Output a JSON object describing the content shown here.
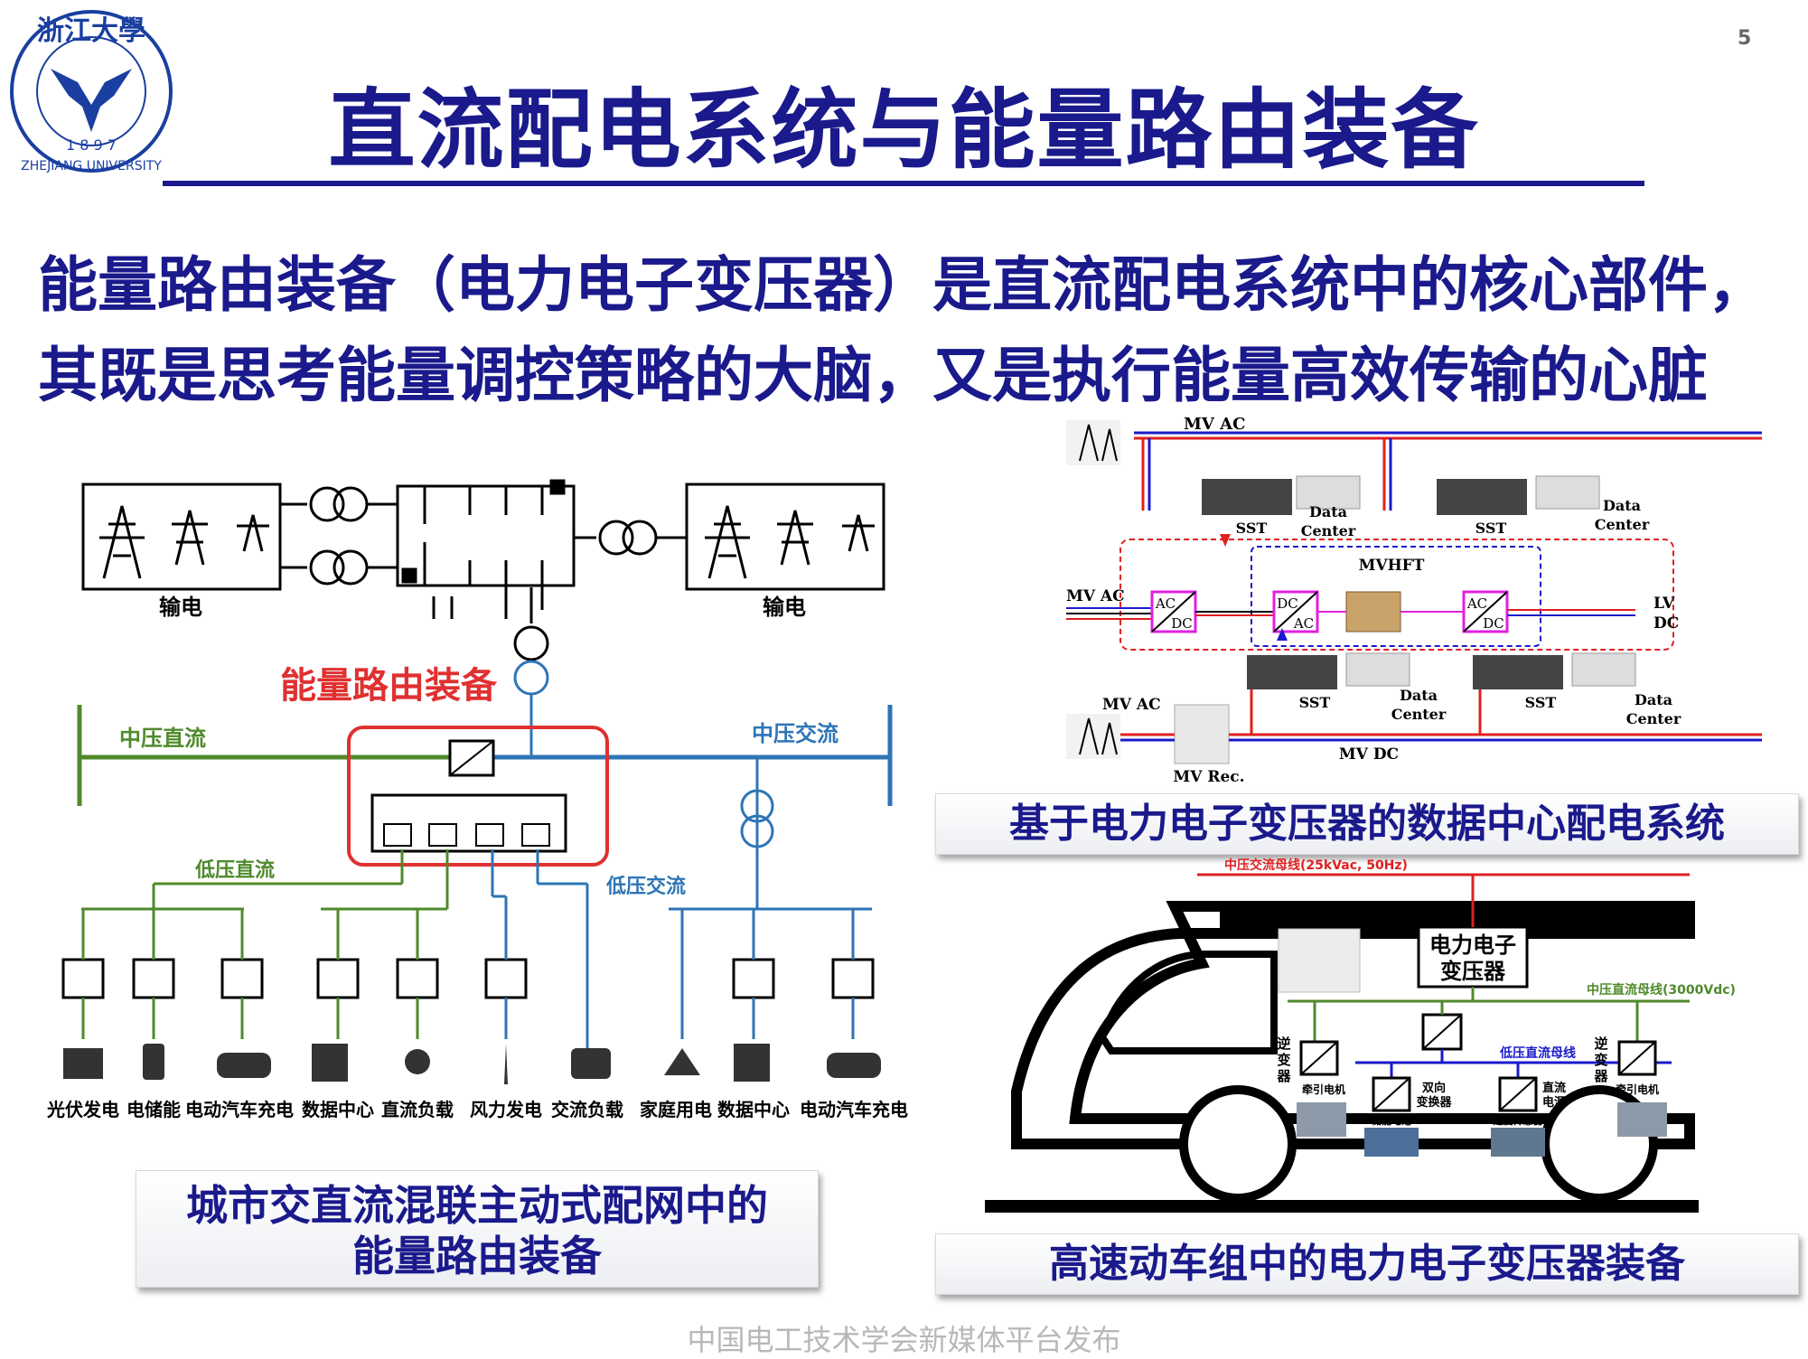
{
  "page_number": "5",
  "logo": {
    "chinese": "浙江大學",
    "year": "1 8 9 7",
    "english": "ZHEJIANG UNIVERSITY",
    "color": "#1a3fa0"
  },
  "title": "直流配电系统与能量路由装备",
  "intro": {
    "line1": "能量路由装备（电力电子变压器）是直流配电系统中的核心部件，",
    "line2": "其既是思考能量调控策略的大脑，又是执行能量高效传输的心脏"
  },
  "grid_diagram": {
    "transmission_left": "输电",
    "transmission_right": "输电",
    "router_label": "能量路由装备",
    "mv_dc": "中压直流",
    "mv_ac": "中压交流",
    "lv_dc": "低压直流",
    "lv_ac": "低压交流",
    "loads": [
      "光伏发电",
      "电储能",
      "电动汽车充电",
      "数据中心",
      "直流负载",
      "风力发电",
      "交流负载",
      "家庭用电",
      "数据中心",
      "电动汽车充电"
    ],
    "colors": {
      "dc": "#4f8a2b",
      "ac": "#2e75b6",
      "router": "#e03030"
    }
  },
  "dc_diagram": {
    "mv_ac_top": "MV AC",
    "sst_1": "SST",
    "data_center_1": [
      "Data",
      "Center"
    ],
    "sst_2": "SST",
    "data_center_2": [
      "Data",
      "Center"
    ],
    "mvhft": "MVHFT",
    "mv_ac_left": "MV AC",
    "conv1": [
      "AC",
      "DC"
    ],
    "conv2": [
      "DC",
      "AC"
    ],
    "conv3": [
      "AC",
      "DC"
    ],
    "lv_dc": [
      "LV",
      "DC"
    ],
    "mv_ac_bottom": "MV AC",
    "sst_3": "SST",
    "data_center_3": [
      "Data",
      "Center"
    ],
    "sst_4": "SST",
    "data_center_4": [
      "Data",
      "Center"
    ],
    "mv_rec": "MV Rec.",
    "mv_dc": "MV DC"
  },
  "dc_caption": "基于电力电子变压器的数据中心配电系统",
  "train_diagram": {
    "mv_ac_bus": "中压交流母线(25kVac, 50Hz)",
    "pet_label": [
      "电力电子",
      "变压器"
    ],
    "mv_dc_bus": "中压直流母线(3000Vdc)",
    "lv_dc_bus": "低压直流母线",
    "inverter_left": [
      "逆",
      "变",
      "器"
    ],
    "inverter_right": [
      "逆",
      "变",
      "器"
    ],
    "traction_motor_left": "牵引电机",
    "traction_motor_right": "牵引电机",
    "bidirectional_converter": [
      "双向",
      "变换器"
    ],
    "dc_supply": [
      "直流",
      "电源"
    ],
    "storage_battery": "储能电池",
    "speed_sensor": "速度传感器"
  },
  "train_caption": "高速动车组中的电力电子变压器装备",
  "left_caption": [
    "城市交直流混联主动式配网中的",
    "能量路由装备"
  ],
  "footer": "中国电工技术学会新媒体平台发布"
}
